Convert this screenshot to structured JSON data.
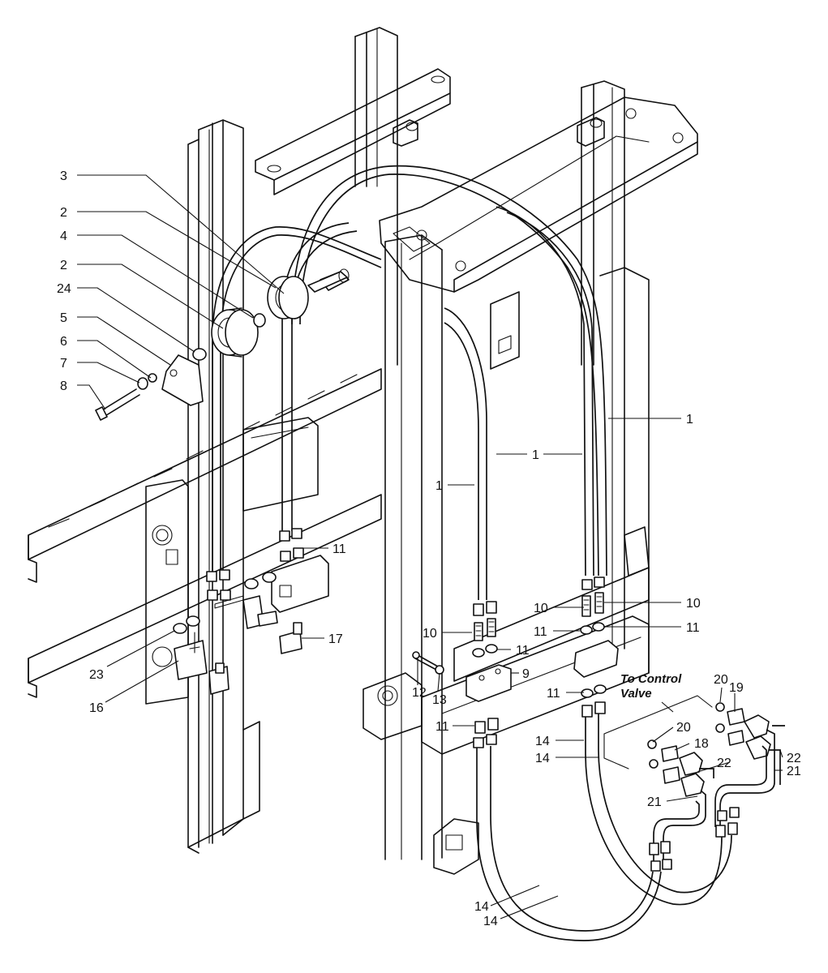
{
  "callouts": {
    "c1a": "1",
    "c1b": "1",
    "c1c": "1",
    "c2a": "2",
    "c2b": "2",
    "c3": "3",
    "c4": "4",
    "c5": "5",
    "c6": "6",
    "c7": "7",
    "c8": "8",
    "c9": "9",
    "c10a": "10",
    "c10b": "10",
    "c10c": "10",
    "c11a": "11",
    "c11b": "11",
    "c11c": "11",
    "c11d": "11",
    "c11e": "11",
    "c12": "12",
    "c13": "13",
    "c14a": "14",
    "c14b": "14",
    "c14c": "14",
    "c14d": "14",
    "c16": "16",
    "c17": "17",
    "c18": "18",
    "c19": "19",
    "c20a": "20",
    "c20b": "20",
    "c21a": "21",
    "c21b": "21",
    "c22a": "22",
    "c22b": "22",
    "c23": "23",
    "c24": "24"
  },
  "note": {
    "line1": "To Control",
    "line2": "Valve"
  }
}
